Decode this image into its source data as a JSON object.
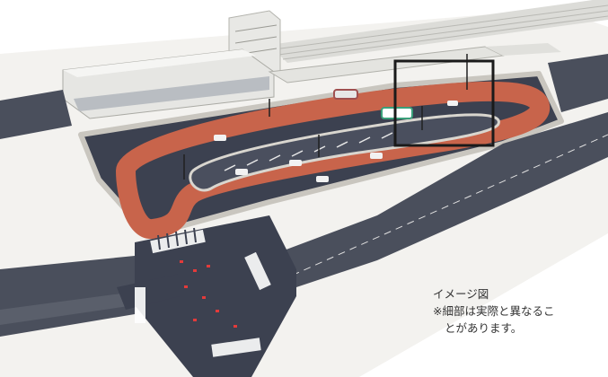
{
  "caption": {
    "title": "イメージ図",
    "note_line1": "※細部は実際と異なるこ",
    "note_line2": "とがあります。"
  },
  "colors": {
    "background": "#ffffff",
    "asphalt": "#3c4150",
    "bus_lane": "#c8644b",
    "highlight_box": "#1a1a1a",
    "sidewalk": "#d9d6cf",
    "building": "#e6e6e3"
  },
  "highlight": {
    "label": ""
  }
}
